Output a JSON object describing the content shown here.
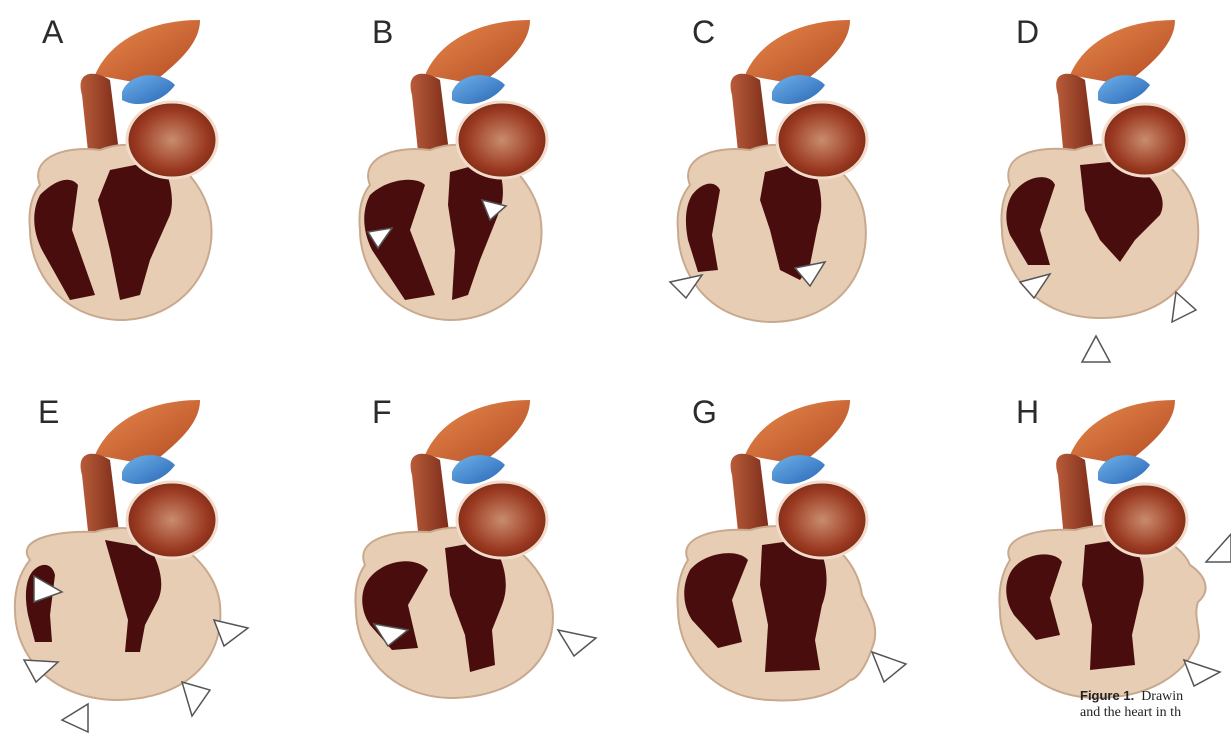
{
  "panels": [
    {
      "label": "A"
    },
    {
      "label": "B"
    },
    {
      "label": "C"
    },
    {
      "label": "D"
    },
    {
      "label": "E"
    },
    {
      "label": "F"
    },
    {
      "label": "G"
    },
    {
      "label": "H"
    }
  ],
  "caption": {
    "figure_label": "Figure 1.",
    "line1_text": "Drawin",
    "line2_text": "and the heart in th"
  },
  "colors": {
    "myocardium": "#e8cdb5",
    "cavity": "#4a0d0d",
    "aorta": "#d9743f",
    "pulmonary_artery": "#3b7fd0",
    "atrium": "#9b3a22",
    "arrowhead_outline": "#555555"
  }
}
